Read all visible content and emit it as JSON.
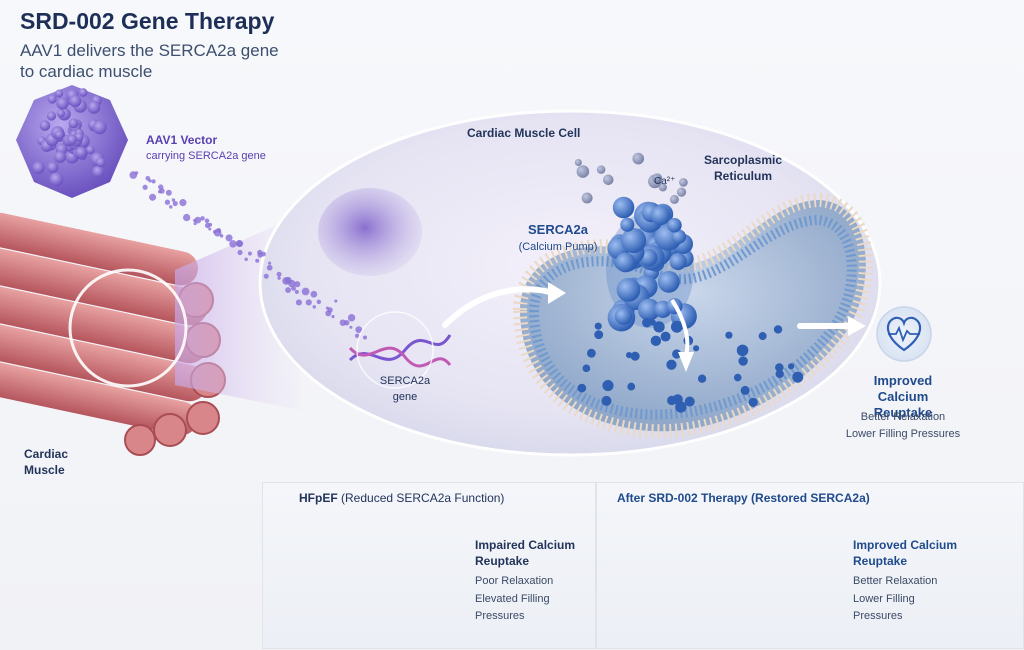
{
  "header": {
    "title": "SRD-002 Gene Therapy",
    "subtitle": "AAV1 delivers the SERCA2a gene to cardiac muscle"
  },
  "labels": {
    "vector_title": "AAV1 Vector",
    "vector_sub": "carrying SERCA2a gene",
    "cardiac_cell": "Cardiac Muscle Cell",
    "sarcoplasmic_reticulum": "Sarcoplasmic Reticulum",
    "calcium_ion": "Ca²⁺",
    "serca2a": "SERCA2a",
    "calcium_pump": "(Calcium Pump)",
    "serca2a_gene": "SERCA2a gene",
    "cardiac_muscle": "Cardiac Muscle"
  },
  "outcome": {
    "title": "Improved Calcium Reuptake",
    "line1": "Better Relaxation",
    "line2": "Lower Filling Pressures"
  },
  "comparison": {
    "left": {
      "title_bold": "HFpEF",
      "title_rest": " (Reduced SERCA2a Function)",
      "heading": "Impaired Calcium Reuptake",
      "line1": "Poor Relaxation",
      "line2": "Elevated Filling Pressures"
    },
    "right": {
      "title": "After SRD-002 Therapy (Restored SERCA2a)",
      "heading": "Improved Calcium Reuptake",
      "line1": "Better Relaxation",
      "line2": "Lower Filling Pressures"
    }
  },
  "colors": {
    "navy": "#1e2f57",
    "serca_blue": "#3f6fb8",
    "vector_purple": "#7b63c9",
    "muscle_red": "#c9666c"
  }
}
